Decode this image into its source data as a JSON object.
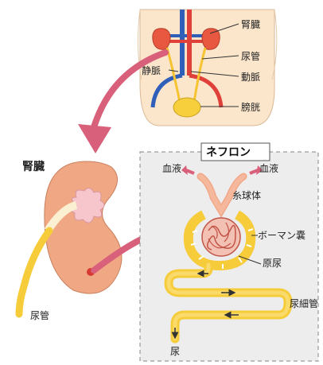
{
  "body_labels": {
    "kidney": "腎臓",
    "ureter": "尿管",
    "vein": "静脈",
    "artery": "動脈",
    "bladder": "膀胱"
  },
  "kidney_label": "腎臓",
  "kidney_ureter_label": "尿管",
  "nephron": {
    "title": "ネフロン",
    "blood_left": "血液",
    "blood_right": "血液",
    "glomerulus": "糸球体",
    "bowman": "ボーマン嚢",
    "primary_urine": "原尿",
    "tubule": "尿細管",
    "urine": "尿"
  },
  "colors": {
    "skin": "#fbe6cc",
    "kidney": "#f0a884",
    "vein": "#2f5fb8",
    "artery": "#e0403a",
    "bladder": "#f7cf3c",
    "tubule": "#f6cc3a",
    "arrow": "#d9607a",
    "panel": "#ededed"
  }
}
